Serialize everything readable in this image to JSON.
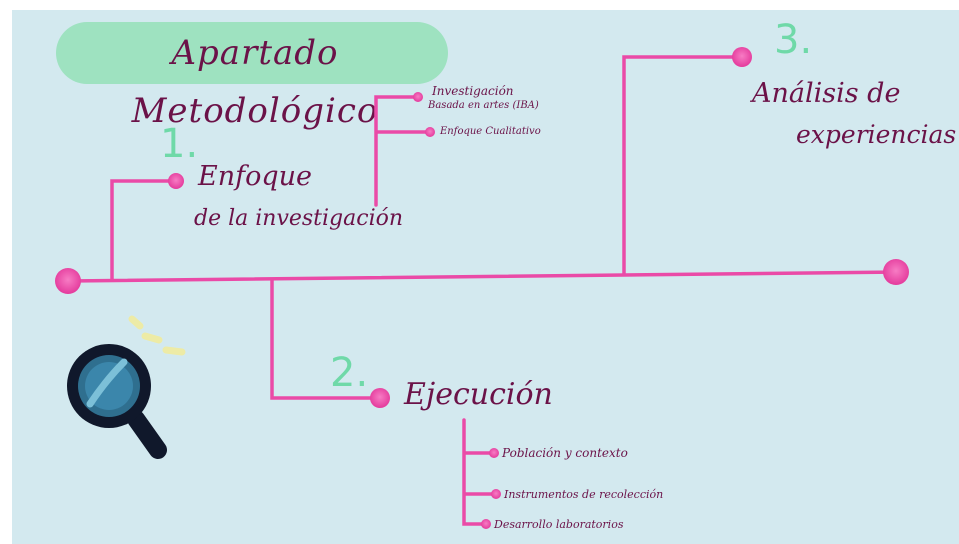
{
  "title": "Apartado Metodológico",
  "colors": {
    "background": "#d3e9ef",
    "line": "#ea4aa7",
    "title_pill": "#9ee2c0",
    "text": "#6b1248",
    "number": "#6fd9a8",
    "magnifier_lens": "#2f6f8f"
  },
  "icons": [
    "magnifying-glass-icon"
  ],
  "nodes": {
    "enfoque": {
      "number": "1.",
      "line1": "Enfoque",
      "line2": "de la investigación",
      "items": [
        "Investigación Basada en artes (IBA)",
        "Enfoque Cualitativo"
      ],
      "item1_line1": "Investigación",
      "item1_line2": "Basada en artes (IBA)"
    },
    "ejecucion": {
      "number": "2.",
      "label": "Ejecución",
      "items": [
        "Población y contexto",
        "Instrumentos de recolección",
        "Desarrollo laboratorios"
      ]
    },
    "analisis": {
      "number": "3.",
      "line1": "Análisis de",
      "line2": "experiencias"
    }
  }
}
